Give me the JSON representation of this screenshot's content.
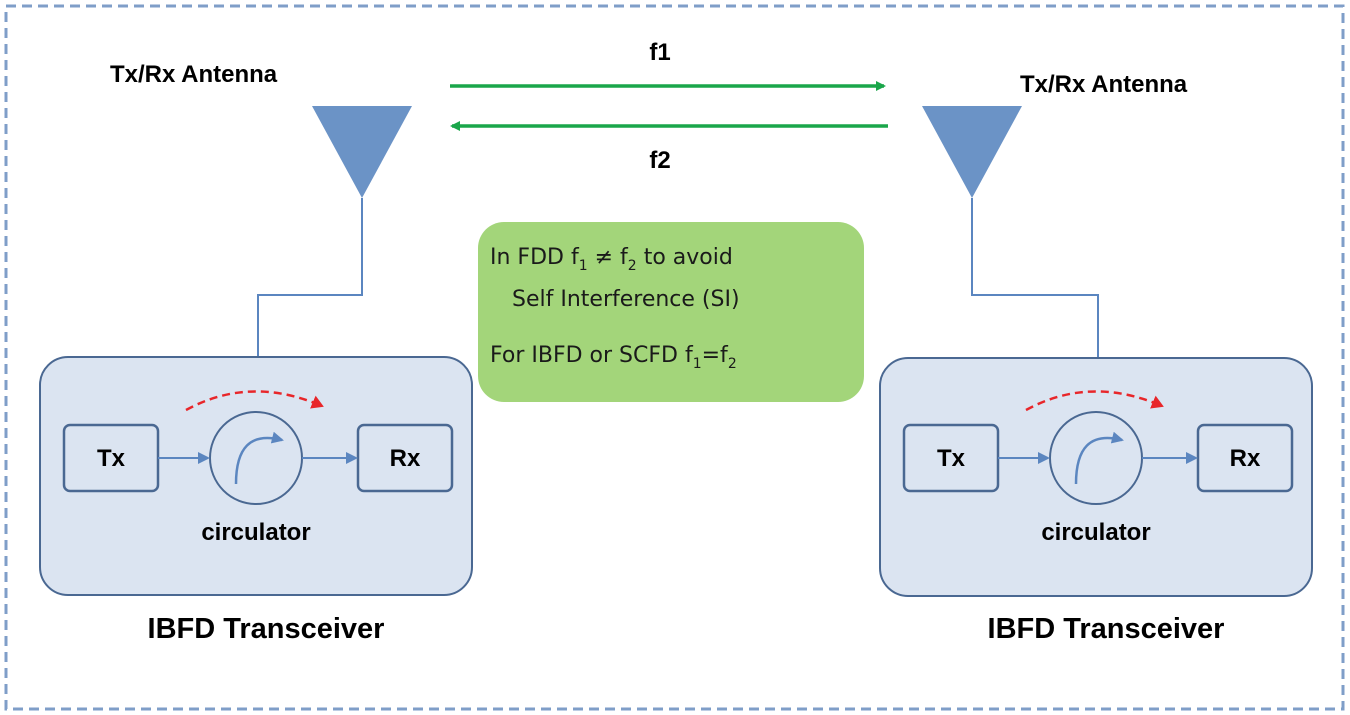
{
  "colors": {
    "frame": "#7f9ec8",
    "box_fill": "#dbe4f1",
    "box_stroke": "#4a6892",
    "antenna": "#6b93c6",
    "wire": "#5b86c0",
    "link_arrow": "#1aa64a",
    "si_arrow": "#e8262a",
    "note_fill": "#a3d57a"
  },
  "icons": [
    "antenna-icon",
    "circulator-icon"
  ],
  "left": {
    "antenna_label": "Tx/Rx  Antenna",
    "tx_label": "Tx",
    "rx_label": "Rx",
    "circulator_label": "circulator",
    "transceiver_label": "IBFD Transceiver"
  },
  "right": {
    "antenna_label": "Tx/Rx Antenna",
    "tx_label": "Tx",
    "rx_label": "Rx",
    "circulator_label": "circulator",
    "transceiver_label": "IBFD Transceiver"
  },
  "links": {
    "forward_label": "f1",
    "backward_label": "f2"
  },
  "note": {
    "line1_prefix": "In FDD f",
    "line1_sub1": "1",
    "line1_mid": " ≠ f",
    "line1_sub2": "2",
    "line1_suffix": "  to avoid",
    "line2": "Self Interference (SI)",
    "line3_prefix": "For IBFD or SCFD  f",
    "line3_sub1": "1",
    "line3_mid": "=f",
    "line3_sub2": "2"
  }
}
